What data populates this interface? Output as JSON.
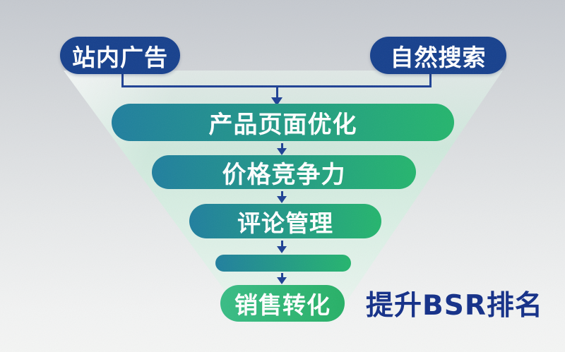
{
  "diagram": {
    "type": "funnel",
    "sources": {
      "left": {
        "label": "站内广告"
      },
      "right": {
        "label": "自然搜索"
      }
    },
    "stages": [
      {
        "label": "产品页面优化"
      },
      {
        "label": "价格竞争力"
      },
      {
        "label": "评论管理"
      },
      {
        "label": ""
      },
      {
        "label": "销售转化"
      }
    ],
    "outcome": {
      "label": "提升BSR排名"
    }
  },
  "colors": {
    "source_pill_blue": "#16408d",
    "connector_blue": "#1d4094",
    "stage_gradient_start": "#1f7e9e",
    "stage_gradient_end": "#24b56d",
    "conversion_green_start": "#38bc85",
    "conversion_green_end": "#26b066",
    "headline_navy": "#132f88",
    "funnel_mint": "#cfe8dc",
    "background_top": "#c5c9cf",
    "background_bottom": "#f4f5f4",
    "pill_text": "#ffffff"
  }
}
